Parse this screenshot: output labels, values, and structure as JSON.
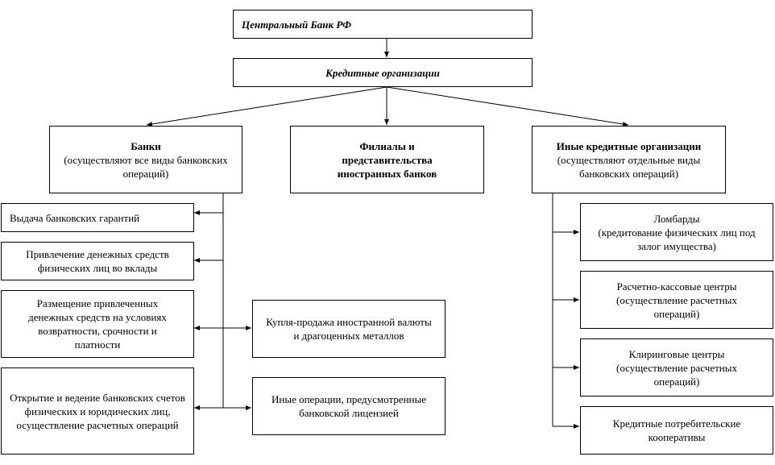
{
  "top": {
    "central_bank": "Центральный Банк РФ",
    "credit_orgs": "Кредитные организации"
  },
  "columns": {
    "banks": {
      "title": "Банки",
      "desc": "(осуществляют все виды банковских операций)"
    },
    "branches": {
      "title": "Филиалы и представительства иностранных банков"
    },
    "other": {
      "title": "Иные кредитные организации",
      "desc": "(осуществляют отдельные виды банковских операций)"
    }
  },
  "bank_operations_left": [
    "Выдача банковских гарантий",
    "Привлечение денежных средств физических лиц во вклады",
    "Размещение привлеченных денежных средств на условиях возвратности, срочности и платности",
    "Открытие и ведение банковских счетов физических и юридических лиц, осуществление расчетных операций"
  ],
  "bank_operations_right": [
    "Купля-продажа иностранной валюты и драгоценных металлов",
    "Иные операции, предусмотренные банковской лицензией"
  ],
  "other_orgs": [
    {
      "title": "Ломбарды",
      "desc": "(кредитование физических лиц под залог имущества)"
    },
    {
      "title": "Расчетно-кассовые центры",
      "desc": "(осуществление расчетных операций)"
    },
    {
      "title": "Клиринговые центры",
      "desc": "(осуществление расчетных операций)"
    },
    {
      "title": "Кредитные потребительские кооперативы",
      "desc": ""
    }
  ]
}
